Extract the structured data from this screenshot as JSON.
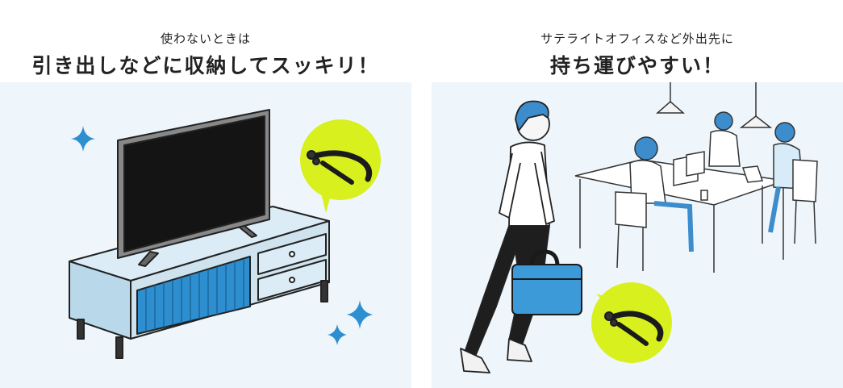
{
  "left_panel": {
    "subtitle": "使わないときは",
    "title": "引き出しなどに収納してスッキリ！",
    "illustration": {
      "items": [
        "tv-icon",
        "tv-stand-icon",
        "neckband-headphones-icon",
        "sparkle-icon"
      ],
      "colors": {
        "background": "#eef6fb",
        "stand": "#cfe3ef",
        "slats": "#2d8fd0",
        "bubble": "#d8f01e",
        "screen": "#111111"
      }
    }
  },
  "right_panel": {
    "subtitle": "サテライトオフィスなど外出先に",
    "title": "持ち運びやすい！",
    "illustration": {
      "items": [
        "walking-man-icon",
        "laptop-bag-icon",
        "office-table-icon",
        "pendant-lamp-icon",
        "coworker-icon",
        "neckband-headphones-icon"
      ],
      "colors": {
        "background": "#eef6fb",
        "bag": "#3d9ad8",
        "hair": "#3d8ccc",
        "bubble": "#d8f01e"
      }
    }
  }
}
